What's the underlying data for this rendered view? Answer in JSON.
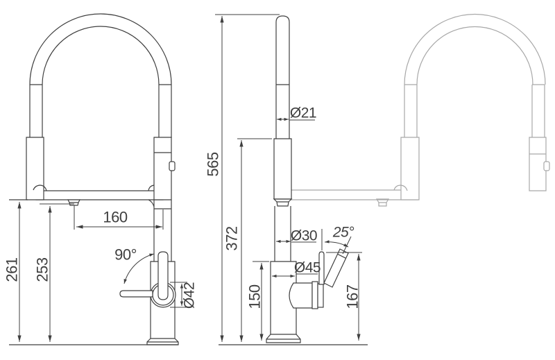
{
  "drawing": {
    "colors": {
      "primary": "#3f3f3f",
      "secondary": "#a8a8a8",
      "background": "#ffffff"
    },
    "views": {
      "front": {
        "dims": {
          "spout_reach": "160",
          "handle_swing_angle": "90°",
          "overall_height": "261",
          "outlet_height": "253",
          "handle_cap_diameter": "Ø42"
        }
      },
      "side": {
        "dims": {
          "total_height": "565",
          "hose_holder_height": "372",
          "spray_pipe_diameter": "Ø21",
          "riser_diameter": "Ø30",
          "body_diameter": "Ø45",
          "lever_tilt_angle": "25°",
          "body_height": "150",
          "lever_tip_height": "167"
        }
      }
    }
  }
}
